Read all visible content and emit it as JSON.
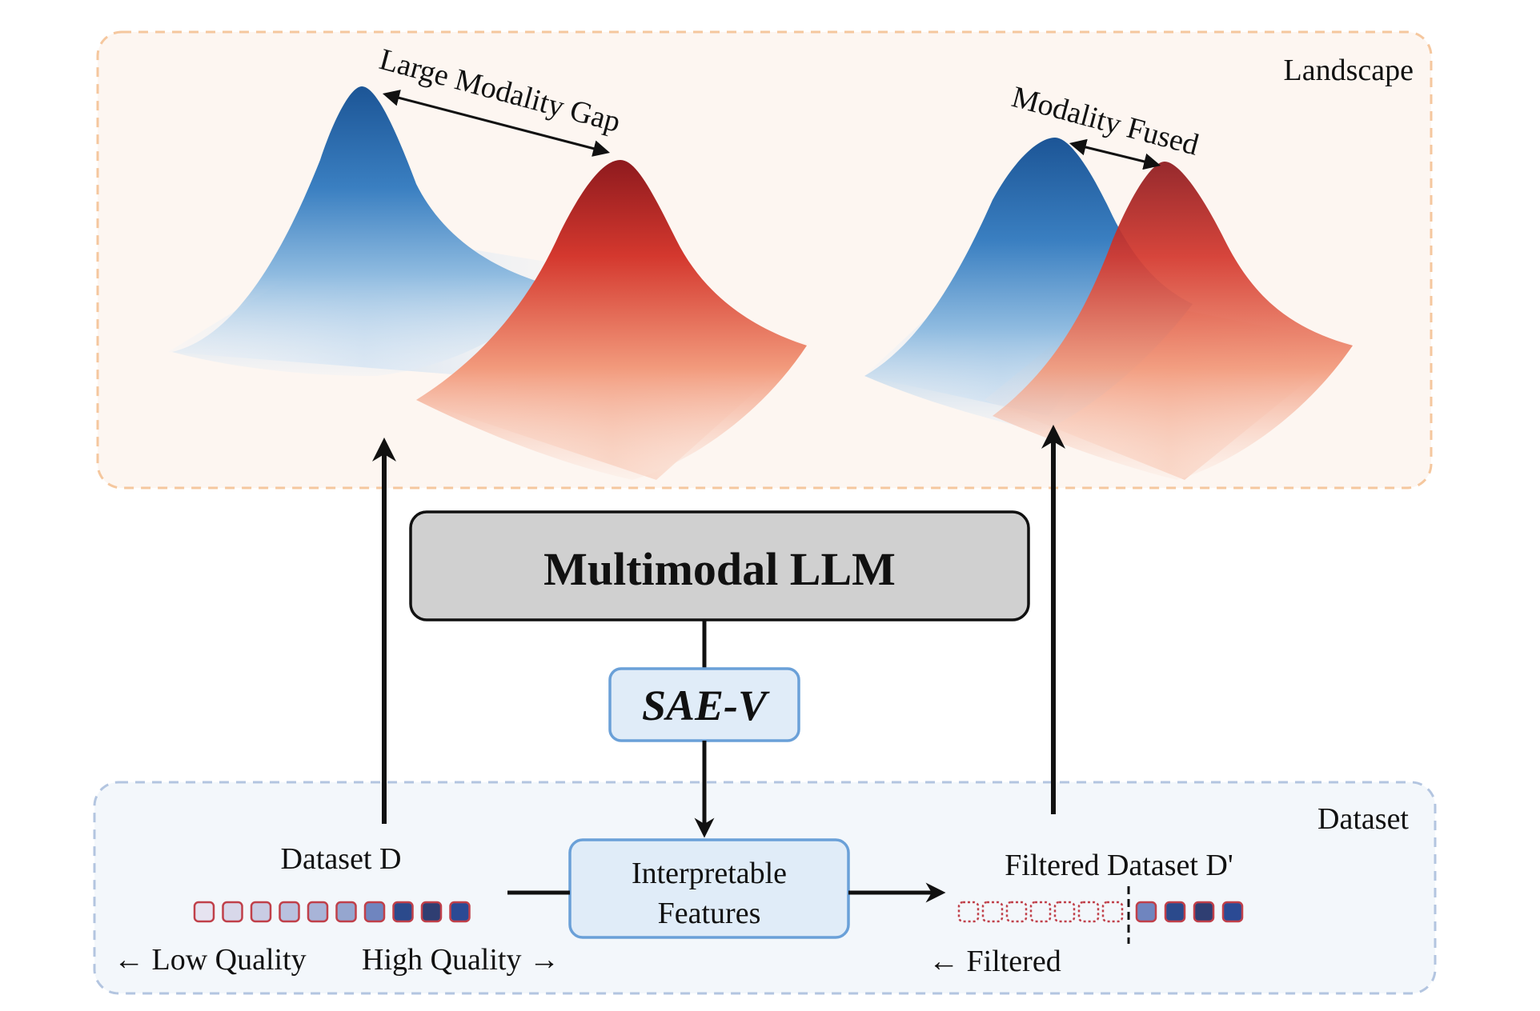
{
  "landscape": {
    "label": "Landscape",
    "left_annotation": "Large Modality Gap",
    "right_annotation": "Modality Fused"
  },
  "model": {
    "label": "Multimodal LLM"
  },
  "sae": {
    "label": "SAE-V"
  },
  "features": {
    "line1": "Interpretable",
    "line2": "Features"
  },
  "dataset": {
    "label": "Dataset",
    "source_label": "Dataset D",
    "filtered_label": "Filtered Dataset D'",
    "low_quality_label": "← Low Quality",
    "high_quality_label": "High Quality →",
    "filtered_note": "← Filtered",
    "source_shades": [
      "#e6e3f0",
      "#d8d8ea",
      "#c9cce4",
      "#b9c1df",
      "#a8b4d8",
      "#95a6cf",
      "#6f85bf",
      "#2b4a8c",
      "#2f3e72",
      "#2b4a94"
    ],
    "filtered_count": 7,
    "kept_shades": [
      "#6f85bf",
      "#2b4a8c",
      "#2f3e72",
      "#2b4a94"
    ]
  },
  "colors": {
    "landscape_border": "#f5c79e",
    "landscape_fill": "#fdf6f1",
    "dataset_border": "#b3c5e0",
    "dataset_fill": "#f3f7fb",
    "model_fill": "#d0d0d0",
    "sae_border": "#6aa0d8",
    "sae_fill": "#e0ecf8",
    "peak_blue": "#1c5596",
    "peak_red": "#8e1a1e",
    "cell_border": "#c0404a"
  },
  "icons": [
    "arrow-up-icon",
    "arrow-right-icon",
    "arrow-down-icon",
    "double-arrow-icon",
    "divider-dashed-icon"
  ]
}
